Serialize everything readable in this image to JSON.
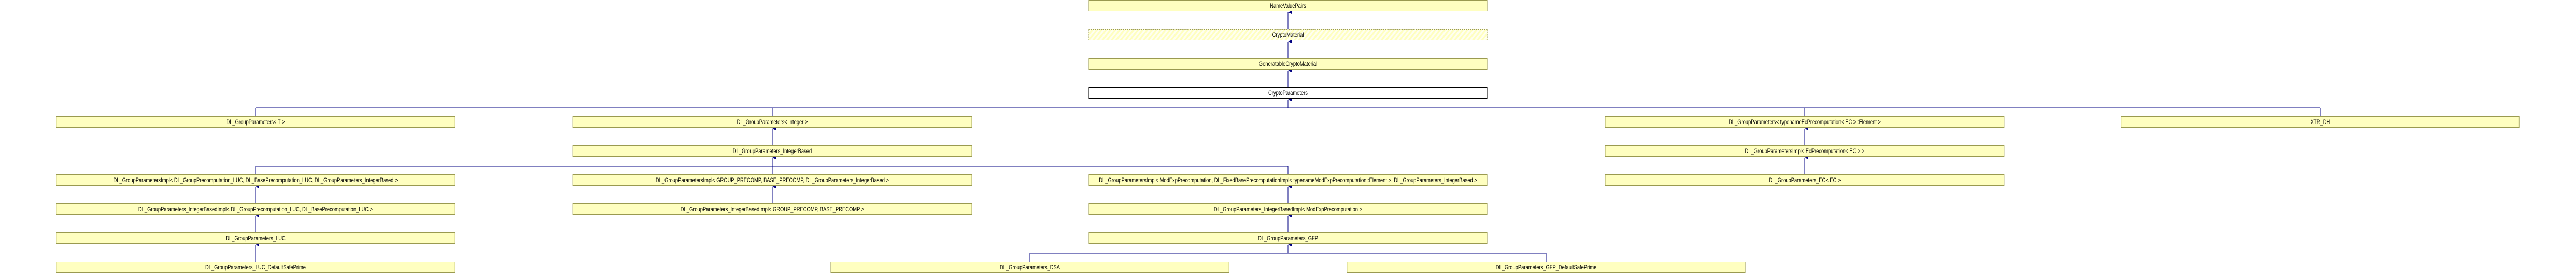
{
  "title": "CryptoParameters inheritance diagram",
  "colors": {
    "node_fill": "#ffffc0",
    "node_border": "#9a9a50",
    "current_node_border": "#000000",
    "edge": "#000080"
  },
  "nodes": {
    "namevaluepairs": {
      "label": "NameValuePairs",
      "style": "normal"
    },
    "cryptomaterial": {
      "label": "CryptoMaterial",
      "style": "hidden"
    },
    "generatablecryptomaterial": {
      "label": "GeneratableCryptoMaterial",
      "style": "normal"
    },
    "cryptoparameters": {
      "label": "CryptoParameters",
      "style": "current"
    },
    "dl_groupparameters_t": {
      "label": "DL_GroupParameters< T >",
      "style": "normal"
    },
    "dl_groupparameters_integer": {
      "label": "DL_GroupParameters< Integer >",
      "style": "normal"
    },
    "dl_groupparameters_ecelement": {
      "label": "DL_GroupParameters< typenameEcPrecomputation< EC >::Element >",
      "style": "normal"
    },
    "xtr_dh": {
      "label": "XTR_DH",
      "style": "normal"
    },
    "dl_groupparameters_integerbased": {
      "label": "DL_GroupParameters_IntegerBased",
      "style": "normal"
    },
    "dl_groupparametersimpl_ecprecomp": {
      "label": "DL_GroupParametersImpl< EcPrecomputation< EC > >",
      "style": "normal"
    },
    "impl_luc": {
      "label": "DL_GroupParametersImpl< DL_GroupPrecomputation_LUC, DL_BasePrecomputation_LUC, DL_GroupParameters_IntegerBased >",
      "style": "normal"
    },
    "impl_group_precomp": {
      "label": "DL_GroupParametersImpl< GROUP_PRECOMP, BASE_PRECOMP, DL_GroupParameters_IntegerBased >",
      "style": "normal"
    },
    "impl_modexp": {
      "label": "DL_GroupParametersImpl< ModExpPrecomputation, DL_FixedBasePrecomputationImpl< typenameModExpPrecomputation::Element >, DL_GroupParameters_IntegerBased >",
      "style": "normal"
    },
    "dl_groupparameters_ec": {
      "label": "DL_GroupParameters_EC< EC >",
      "style": "normal"
    },
    "intbasedimpl_luc": {
      "label": "DL_GroupParameters_IntegerBasedImpl< DL_GroupPrecomputation_LUC, DL_BasePrecomputation_LUC >",
      "style": "normal"
    },
    "intbasedimpl_group_precomp": {
      "label": "DL_GroupParameters_IntegerBasedImpl< GROUP_PRECOMP, BASE_PRECOMP >",
      "style": "normal"
    },
    "intbasedimpl_modexp": {
      "label": "DL_GroupParameters_IntegerBasedImpl< ModExpPrecomputation >",
      "style": "normal"
    },
    "dl_groupparameters_luc": {
      "label": "DL_GroupParameters_LUC",
      "style": "normal"
    },
    "dl_groupparameters_gfp": {
      "label": "DL_GroupParameters_GFP",
      "style": "normal"
    },
    "dl_groupparameters_luc_defaultsafeprime": {
      "label": "DL_GroupParameters_LUC_DefaultSafePrime",
      "style": "normal"
    },
    "dl_groupparameters_dsa": {
      "label": "DL_GroupParameters_DSA",
      "style": "normal"
    },
    "dl_groupparameters_gfp_defaultsafeprime": {
      "label": "DL_GroupParameters_GFP_DefaultSafePrime",
      "style": "normal"
    }
  },
  "edges": [
    {
      "child": "cryptomaterial",
      "parent": "namevaluepairs"
    },
    {
      "child": "generatablecryptomaterial",
      "parent": "cryptomaterial"
    },
    {
      "child": "cryptoparameters",
      "parent": "generatablecryptomaterial"
    },
    {
      "child": "dl_groupparameters_t",
      "parent": "cryptoparameters"
    },
    {
      "child": "dl_groupparameters_integer",
      "parent": "cryptoparameters"
    },
    {
      "child": "dl_groupparameters_ecelement",
      "parent": "cryptoparameters"
    },
    {
      "child": "xtr_dh",
      "parent": "cryptoparameters"
    },
    {
      "child": "dl_groupparameters_integerbased",
      "parent": "dl_groupparameters_integer"
    },
    {
      "child": "dl_groupparametersimpl_ecprecomp",
      "parent": "dl_groupparameters_ecelement"
    },
    {
      "child": "impl_luc",
      "parent": "dl_groupparameters_integerbased"
    },
    {
      "child": "impl_group_precomp",
      "parent": "dl_groupparameters_integerbased"
    },
    {
      "child": "impl_modexp",
      "parent": "dl_groupparameters_integerbased"
    },
    {
      "child": "dl_groupparameters_ec",
      "parent": "dl_groupparametersimpl_ecprecomp"
    },
    {
      "child": "intbasedimpl_luc",
      "parent": "impl_luc"
    },
    {
      "child": "intbasedimpl_group_precomp",
      "parent": "impl_group_precomp"
    },
    {
      "child": "intbasedimpl_modexp",
      "parent": "impl_modexp"
    },
    {
      "child": "dl_groupparameters_luc",
      "parent": "intbasedimpl_luc"
    },
    {
      "child": "dl_groupparameters_gfp",
      "parent": "intbasedimpl_modexp"
    },
    {
      "child": "dl_groupparameters_luc_defaultsafeprime",
      "parent": "dl_groupparameters_luc"
    },
    {
      "child": "dl_groupparameters_dsa",
      "parent": "dl_groupparameters_gfp"
    },
    {
      "child": "dl_groupparameters_gfp_defaultsafeprime",
      "parent": "dl_groupparameters_gfp"
    }
  ]
}
